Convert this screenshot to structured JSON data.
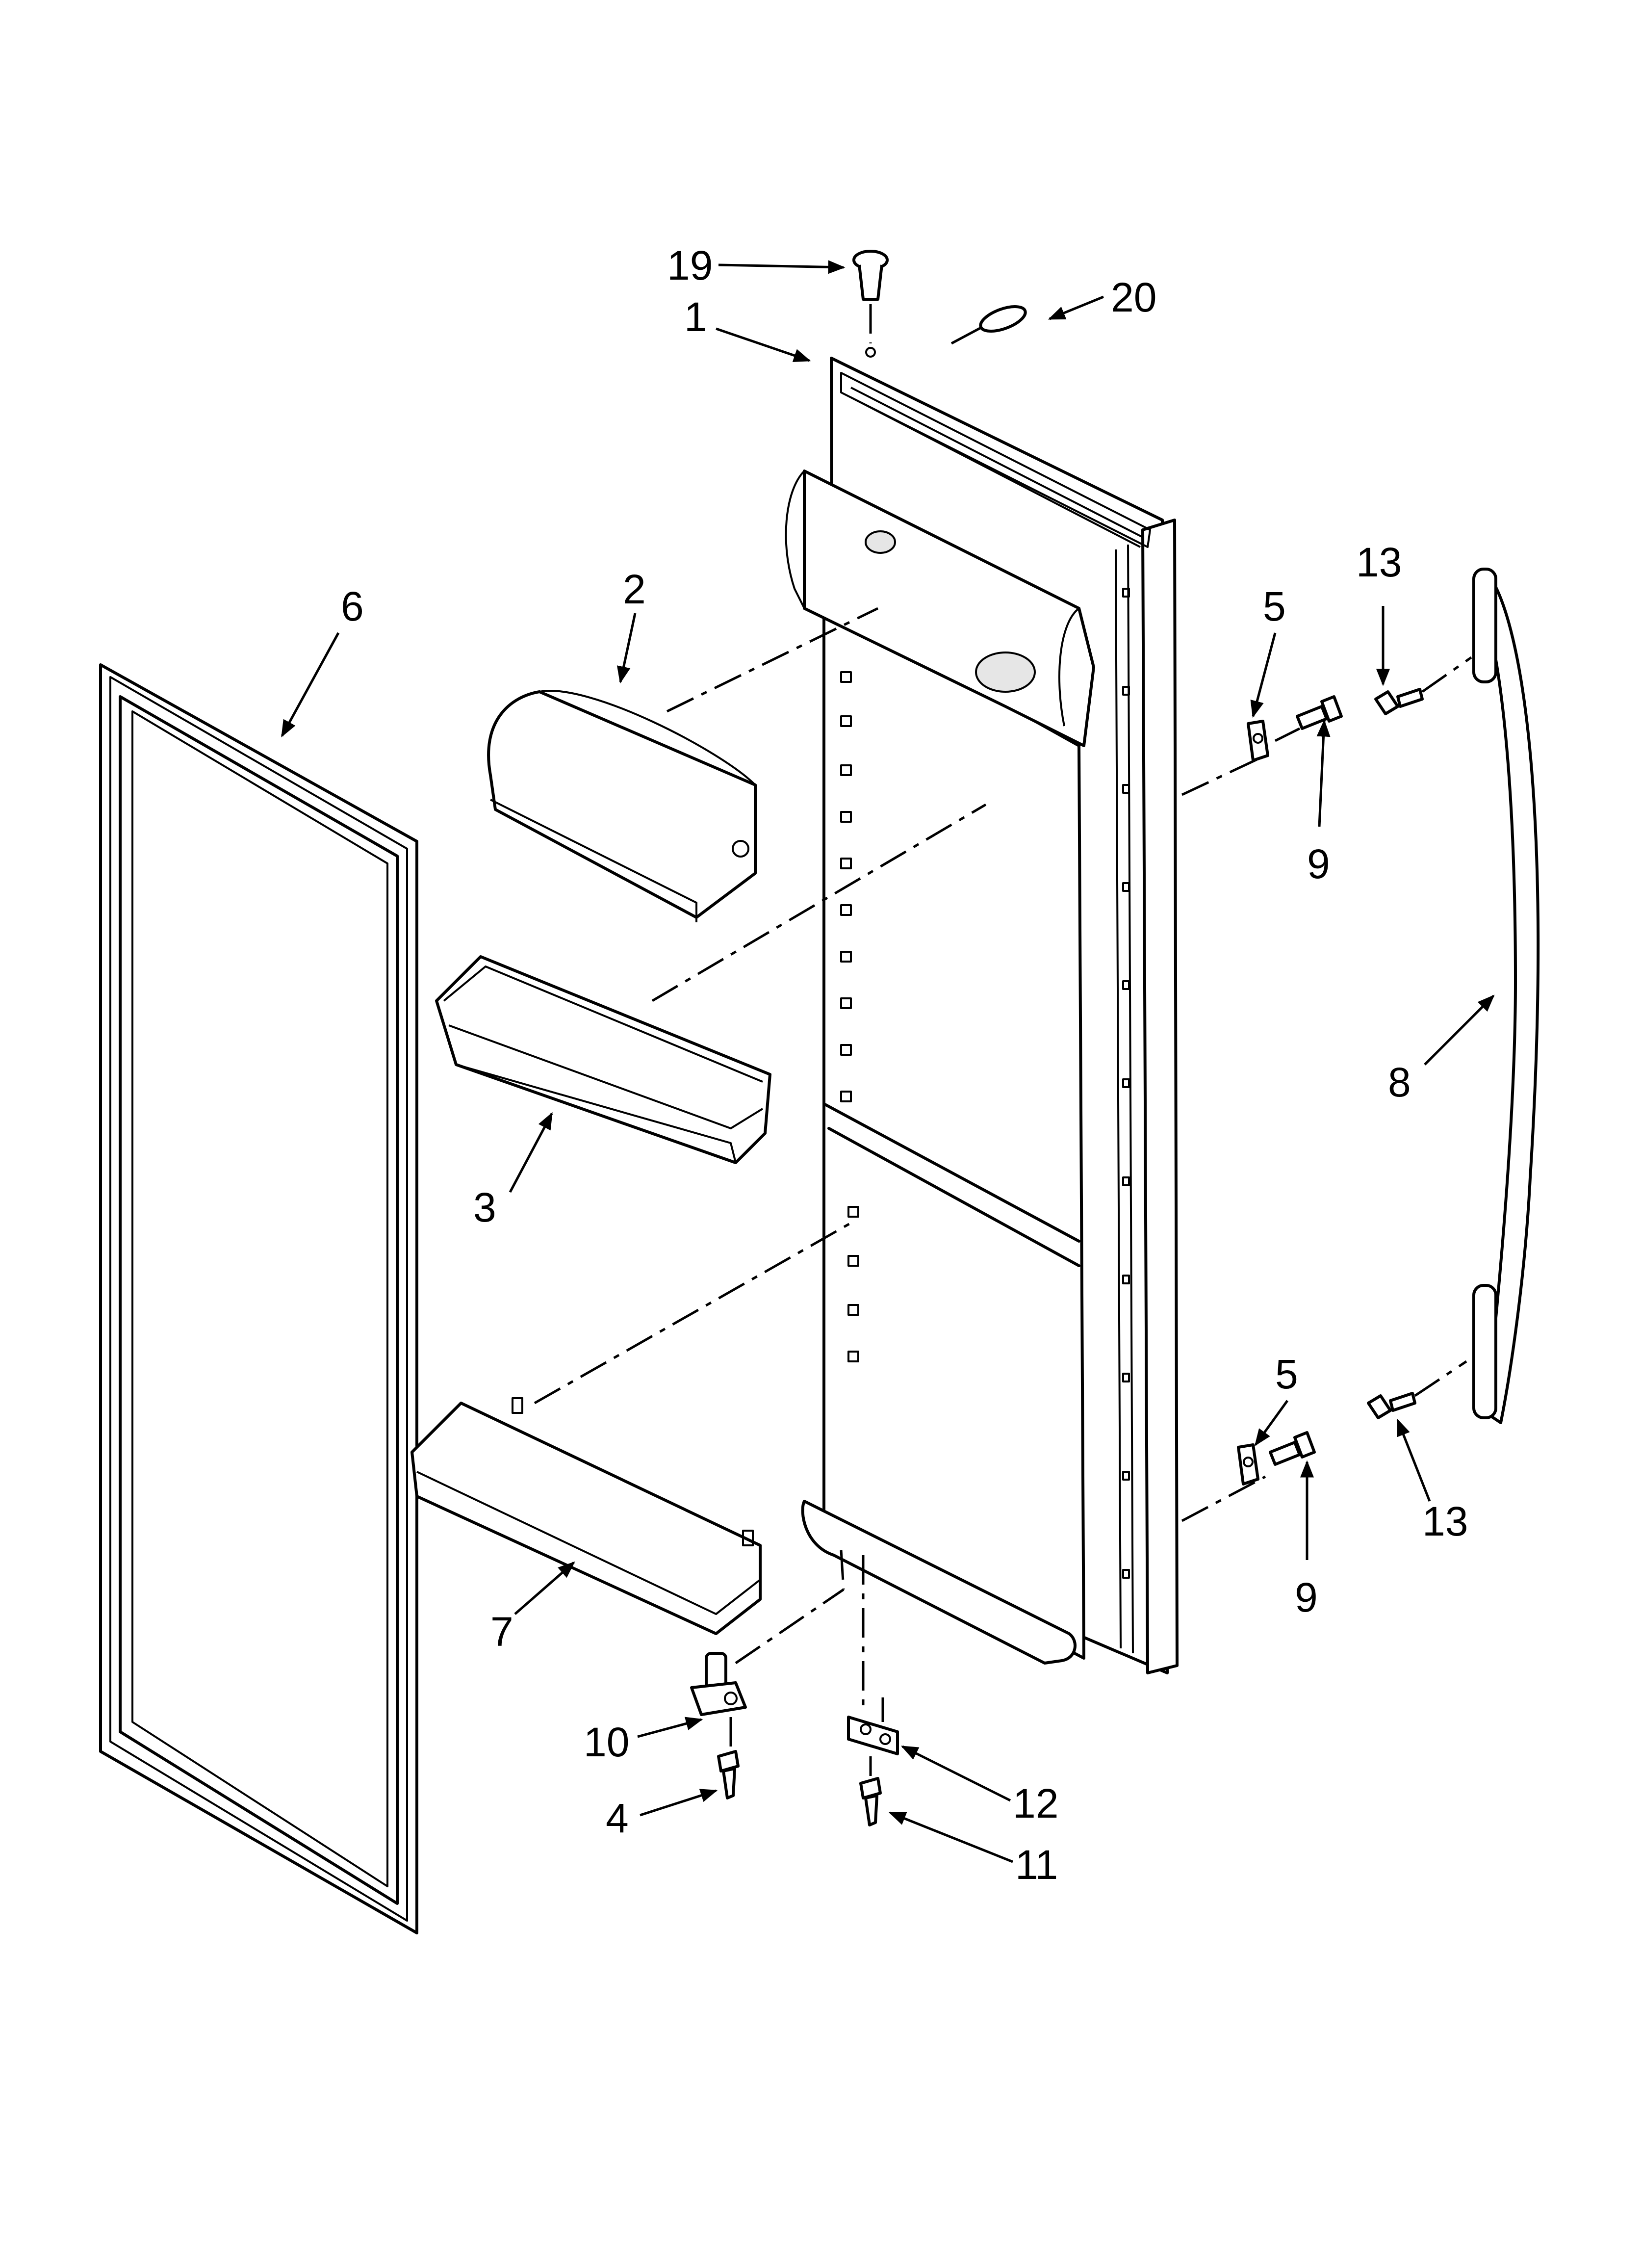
{
  "diagram": {
    "callouts": {
      "c1": "1",
      "c2": "2",
      "c3": "3",
      "c4": "4",
      "c5a": "5",
      "c5b": "5",
      "c6": "6",
      "c7": "7",
      "c8": "8",
      "c9a": "9",
      "c9b": "9",
      "c10": "10",
      "c11": "11",
      "c12": "12",
      "c13a": "13",
      "c13b": "13",
      "c19": "19",
      "c20": "20"
    }
  }
}
